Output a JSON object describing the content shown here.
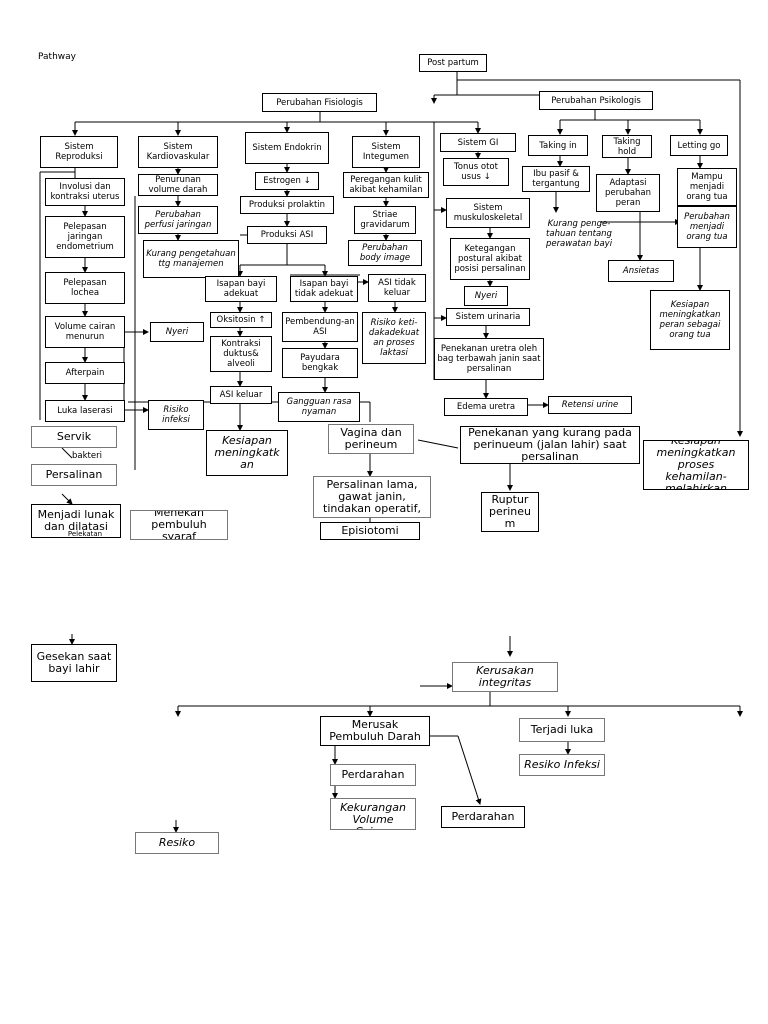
{
  "title": "Pathway",
  "nodes": {
    "post_partum": "Post partum",
    "perubahan_fisiologis": "Perubahan Fisiologis",
    "perubahan_psikologis": "Perubahan Psikologis",
    "sistem_reproduksi": "Sistem Reproduksi",
    "sistem_kardiovaskular": "Sistem Kardiovaskular",
    "sistem_endokrin": "Sistem Endokrin",
    "sistem_integumen": "Sistem Integumen",
    "sistem_gi": "Sistem GI",
    "taking_in": "Taking in",
    "taking_hold": "Taking hold",
    "letting_go": "Letting go",
    "involusi": "Involusi dan kontraksi uterus",
    "penurunan_volume": "Penurunan volume darah",
    "estrogen": "Estrogen ↓",
    "peregangan_kulit": "Peregangan kulit akibat kehamilan",
    "tonus_otot": "Tonus otot usus ↓",
    "ibu_pasif": "Ibu pasif & tergantung",
    "adaptasi": "Adaptasi perubahan peran",
    "mampu_menjadi": "Mampu menjadi orang tua",
    "perubahan_perfusi": "Perubahan perfusi jaringan",
    "produksi_prolaktin": "Produksi prolaktin",
    "striae": "Striae gravidarum",
    "sistem_muskuloskeletal": "Sistem muskuloskeletal",
    "kurang_pengetahuan_tentang": "Kurang penge-tahuan tentang perawatan bayi",
    "perubahan_menjadi_ortu": "Perubahan menjadi orang tua",
    "pelepasan_jaringan": "Pelepasan jaringan endometrium",
    "kurang_pengetahuan_mgmt": "Kurang pengetahuan ttg manajemen",
    "produksi_asi": "Produksi ASI",
    "perubahan_body_image": "Perubahan body image",
    "ketegangan_postural": "Ketegangan postural akibat posisi persalinan",
    "ansietas": "Ansietas",
    "pelepasan_lochea": "Pelepasan lochea",
    "isapan_adekuat": "Isapan bayi adekuat",
    "isapan_tidak_adekuat": "Isapan bayi tidak adekuat",
    "asi_tidak_keluar": "ASI tidak keluar",
    "nyeri_gi": "Nyeri",
    "kesiapan_peran": "Kesiapan meningkatkan peran sebagai orang tua",
    "oksitosin": "Oksitosin ↑",
    "pembendungan": "Pembendung-an ASI",
    "risiko_ketidakadekuatan": "Risiko keti-dakadekuat an proses laktasi",
    "sistem_urinaria": "Sistem urinaria",
    "volume_cairan": "Volume cairan menurun",
    "nyeri_left": "Nyeri",
    "kontraksi_duktus": "Kontraksi duktus& alveoli",
    "payudara_bengkak": "Payudara bengkak",
    "penekanan_uretra": "Penekanan uretra oleh bag terbawah janin saat persalinan",
    "afterpain": "Afterpain",
    "asi_keluar": "ASI keluar",
    "gangguan_rasa_nyaman": "Gangguan rasa nyaman",
    "edema_uretra": "Edema uretra",
    "retensi_urine": "Retensi urine",
    "luka_laserasi": "Luka laserasi",
    "risiko_infeksi_top": "Risiko infeksi",
    "servik": "Servik",
    "bakteri": "bakteri",
    "persalinan": "Persalinan",
    "kesiapan_menyusui": "Kesiapan meningkatk an",
    "vagina_perineum": "Vagina dan perineum",
    "penekanan_perineum": "Penekanan yang kurang pada perinueum (jalan lahir) saat persalinan",
    "kesiapan_kehamilan": "Kesiapan meningkatkan proses kehamilan-melahirkan",
    "persalinan_lama": "Persalinan lama, gawat janin, tindakan operatif,",
    "ruptur_perineum": "Ruptur perineu m",
    "menjadi_lunak": "Menjadi lunak dan dilatasi",
    "pelekatan": "Pelekatan",
    "menekan_pembuluh": "Menekan pembuluh syaraf",
    "episiotomi": "Episiotomi",
    "gesekan": "Gesekan saat bayi lahir",
    "kerusakan_integritas": "Kerusakan integritas",
    "merusak_pembuluh": "Merusak Pembuluh Darah",
    "terjadi_luka": "Terjadi luka",
    "perdarahan_1": "Perdarahan",
    "resiko_infeksi": "Resiko Infeksi",
    "resiko_kekurangan": "Resiko Kekurangan Volume Cairan",
    "perdarahan_2": "Perdarahan",
    "resiko_bottom": "Resiko"
  }
}
